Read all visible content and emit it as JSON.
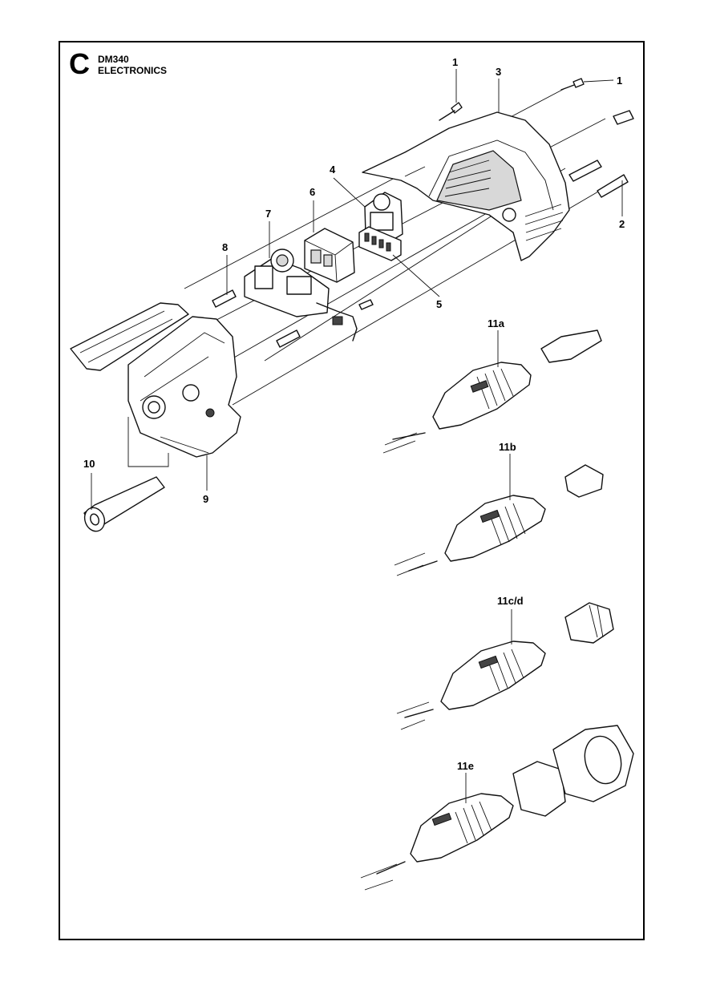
{
  "header": {
    "section_letter": "C",
    "model": "DM340",
    "title": "ELECTRONICS"
  },
  "callouts": {
    "c1a": "1",
    "c1b": "1",
    "c2": "2",
    "c3": "3",
    "c4": "4",
    "c5": "5",
    "c6": "6",
    "c7": "7",
    "c8": "8",
    "c9": "9",
    "c10": "10",
    "c11a": "11a",
    "c11b": "11b",
    "c11cd": "11c/d",
    "c11e": "11e"
  }
}
